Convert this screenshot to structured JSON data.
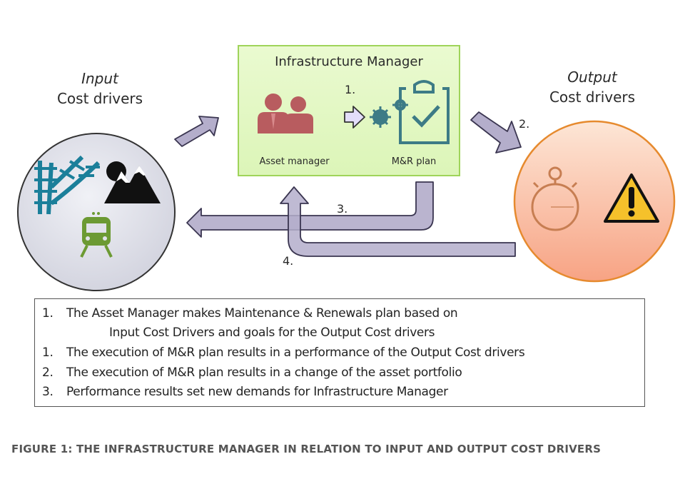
{
  "input": {
    "title_italic": "Input",
    "title_sub": "Cost drivers",
    "icons": [
      "railway-tracks-icon",
      "mountain-icon",
      "train-icon"
    ]
  },
  "output": {
    "title_italic": "Output",
    "title_sub": "Cost drivers",
    "icons": [
      "stopwatch-icon",
      "warning-icon"
    ]
  },
  "infrastructure_manager": {
    "title": "Infrastructure Manager",
    "asset_manager_label": "Asset manager",
    "plan_label": "M&R plan",
    "step_label": "1."
  },
  "arrows": {
    "step2": "2.",
    "step3": "3.",
    "step4": "4."
  },
  "legend": {
    "items": [
      {
        "num": "1.",
        "text": "The Asset Manager makes Maintenance & Renewals plan based on"
      },
      {
        "num": "",
        "text": "Input Cost Drivers and goals for the Output Cost drivers"
      },
      {
        "num": "1.",
        "text": "The execution of M&R plan results in a performance of the Output Cost drivers"
      },
      {
        "num": "2.",
        "text": "The execution of M&R plan results in a change of the asset portfolio"
      },
      {
        "num": "3.",
        "text": "Performance results set new demands for Infrastructure Manager"
      }
    ]
  },
  "caption": "FIGURE 1: THE INFRASTRUCTURE MANAGER IN RELATION TO INPUT AND OUTPUT COST DRIVERS",
  "colors": {
    "arrow_fill": "#b4aecb",
    "arrow_stroke": "#3a3550",
    "im_box_fill": "#dcf5b8",
    "im_box_border": "#9fd45a",
    "input_circle": "#d8d9e3",
    "output_circle": "#f9a585",
    "output_border": "#e68a2e",
    "people_icon": "#b85c5f",
    "plan_icon": "#3d7b86",
    "tracks_icon": "#1b7f9a",
    "train_icon": "#6c9a33",
    "warning_fill": "#f5c12b"
  }
}
